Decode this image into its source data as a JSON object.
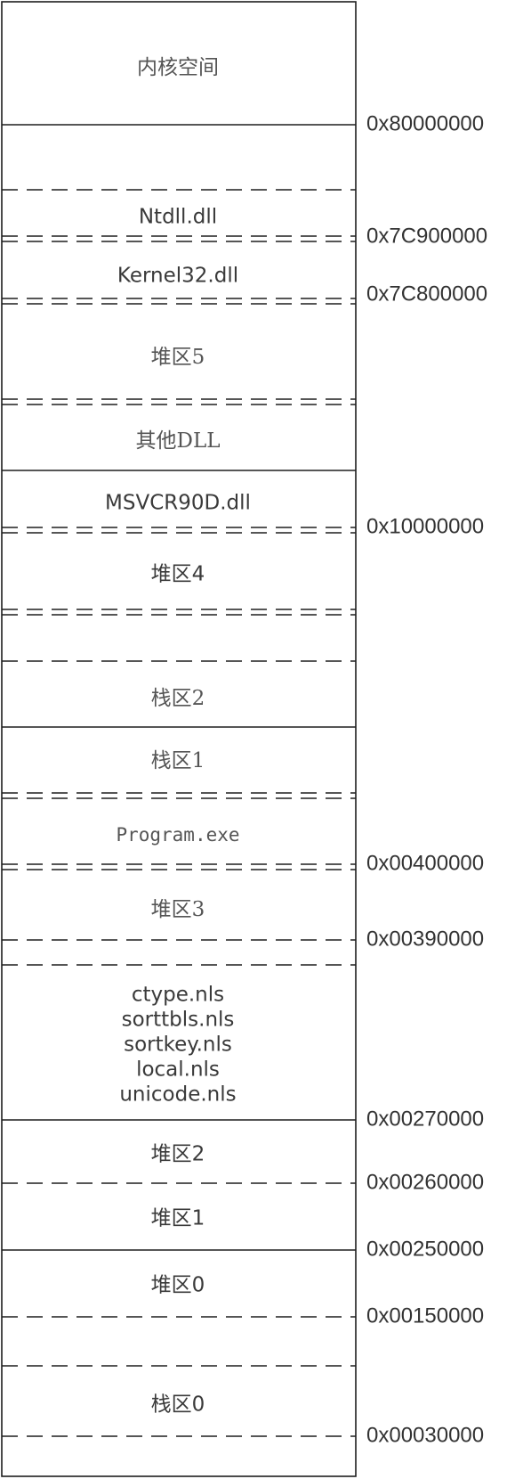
{
  "title": "",
  "regions": [
    {
      "id": "kernel",
      "lines": [
        "内核空间"
      ],
      "style": "serif"
    },
    {
      "id": "ntdll",
      "lines": [
        "Ntdll.dll"
      ],
      "style": "sans"
    },
    {
      "id": "kernel32",
      "lines": [
        "Kernel32.dll"
      ],
      "style": "sans"
    },
    {
      "id": "heap5",
      "lines": [
        "堆区5"
      ],
      "style": "serif"
    },
    {
      "id": "other-dll",
      "lines": [
        "其他DLL"
      ],
      "style": "serif"
    },
    {
      "id": "msvcr90d",
      "lines": [
        "MSVCR90D.dll"
      ],
      "style": "sans"
    },
    {
      "id": "heap4",
      "lines": [
        "堆区4"
      ],
      "style": "sans"
    },
    {
      "id": "stack2",
      "lines": [
        "栈区2"
      ],
      "style": "serif"
    },
    {
      "id": "stack1",
      "lines": [
        "栈区1"
      ],
      "style": "serif"
    },
    {
      "id": "program",
      "lines": [
        "Program.exe"
      ],
      "style": "mono"
    },
    {
      "id": "heap3",
      "lines": [
        "堆区3"
      ],
      "style": "serif"
    },
    {
      "id": "nls",
      "lines": [
        "ctype.nls",
        "sorttbls.nls",
        "sortkey.nls",
        "local.nls",
        "unicode.nls"
      ],
      "style": "sans"
    },
    {
      "id": "heap2",
      "lines": [
        "堆区2"
      ],
      "style": "sans"
    },
    {
      "id": "heap1",
      "lines": [
        "堆区1"
      ],
      "style": "sans"
    },
    {
      "id": "heap0",
      "lines": [
        "堆区0"
      ],
      "style": "sans"
    },
    {
      "id": "stack0",
      "lines": [
        "栈区0"
      ],
      "style": "sans"
    }
  ],
  "addresses": [
    "0x80000000",
    "0x7C900000",
    "0x7C800000",
    "0x10000000",
    "0x00400000",
    "0x00390000",
    "0x00270000",
    "0x00260000",
    "0x00250000",
    "0x00150000",
    "0x00030000"
  ]
}
